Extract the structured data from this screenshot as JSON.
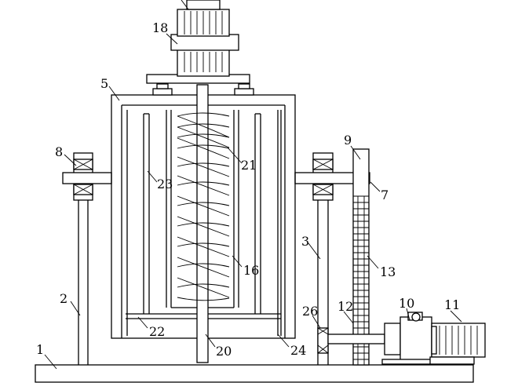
{
  "labels": {
    "l1": "1",
    "l2": "2",
    "l3": "3",
    "l5": "5",
    "l7": "7",
    "l8": "8",
    "l9": "9",
    "l10": "10",
    "l11": "11",
    "l12": "12",
    "l13": "13",
    "l16": "16",
    "l18": "18",
    "l20": "20",
    "l21": "21",
    "l22": "22",
    "l23": "23",
    "l24": "24",
    "l26": "26"
  }
}
